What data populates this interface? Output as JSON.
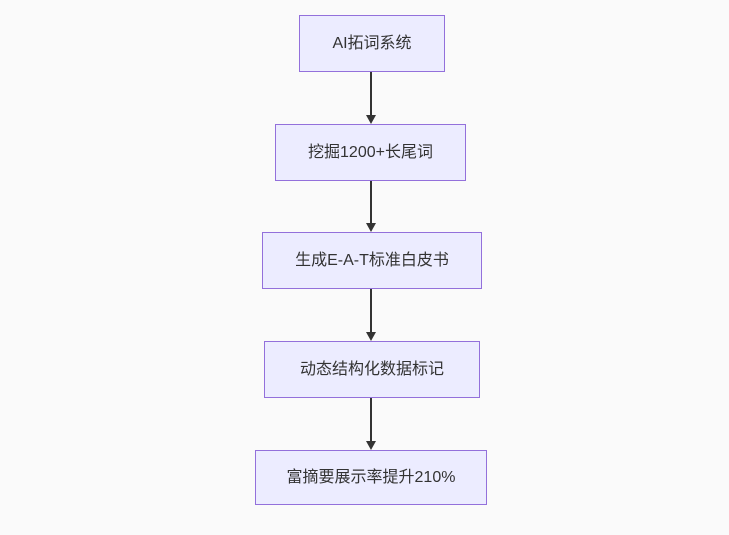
{
  "diagram": {
    "type": "flowchart",
    "direction": "top-down",
    "colors": {
      "background": "#fafafa",
      "node_fill": "#ECECFF",
      "node_border": "#9370DB",
      "arrow": "#333333",
      "text": "#333333"
    },
    "nodes": [
      {
        "id": "step-1",
        "label": "AI拓词系统"
      },
      {
        "id": "step-2",
        "label": "挖掘1200+长尾词"
      },
      {
        "id": "step-3",
        "label": "生成E-A-T标准白皮书"
      },
      {
        "id": "step-4",
        "label": "动态结构化数据标记"
      },
      {
        "id": "step-5",
        "label": "富摘要展示率提升210%"
      }
    ],
    "edges": [
      {
        "from": "step-1",
        "to": "step-2"
      },
      {
        "from": "step-2",
        "to": "step-3"
      },
      {
        "from": "step-3",
        "to": "step-4"
      },
      {
        "from": "step-4",
        "to": "step-5"
      }
    ]
  }
}
